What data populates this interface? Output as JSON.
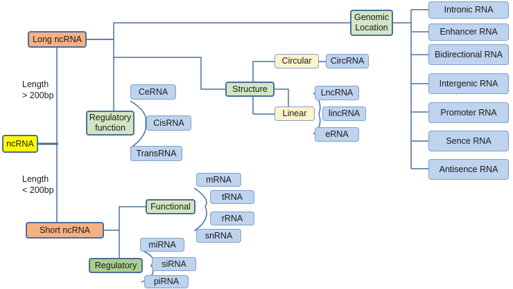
{
  "root": "ncRNA",
  "length_long": {
    "line1": "Length",
    "line2": "> 200bp"
  },
  "length_short": {
    "line1": "Length",
    "line2": "< 200bp"
  },
  "long": {
    "label": "Long ncRNA",
    "genomic": {
      "label_line1": "Genomic",
      "label_line2": "Location",
      "items": [
        "Intronic RNA",
        "Enhancer RNA",
        "Bidirectional RNA",
        "Intergenic RNA",
        "Promoter RNA",
        "Sence RNA",
        "Antisence RNA"
      ]
    },
    "regulatory": {
      "label_line1": "Regulatory",
      "label_line2": "function",
      "items": [
        "CeRNA",
        "CisRNA",
        "TransRNA"
      ]
    },
    "structure": {
      "label": "Structure",
      "circular": {
        "label": "Circular",
        "items": [
          "CircRNA"
        ]
      },
      "linear": {
        "label": "Linear",
        "items": [
          "LncRNA",
          "lincRNA",
          "eRNA"
        ]
      }
    }
  },
  "short": {
    "label": "Short ncRNA",
    "functional": {
      "label": "Functional",
      "items": [
        "mRNA",
        "tRNA",
        "rRNA",
        "snRNA"
      ]
    },
    "regulatory": {
      "label": "Regulatory",
      "items": [
        "miRNA",
        "siRNA",
        "piRNA"
      ]
    }
  },
  "colors": {
    "connector": "#4a6f9a",
    "leaf": "#bed3ee",
    "category": "#d3e6c3",
    "long_short": "#f4b183",
    "root": "#ffff00",
    "sub_category": "#fff2cc"
  }
}
